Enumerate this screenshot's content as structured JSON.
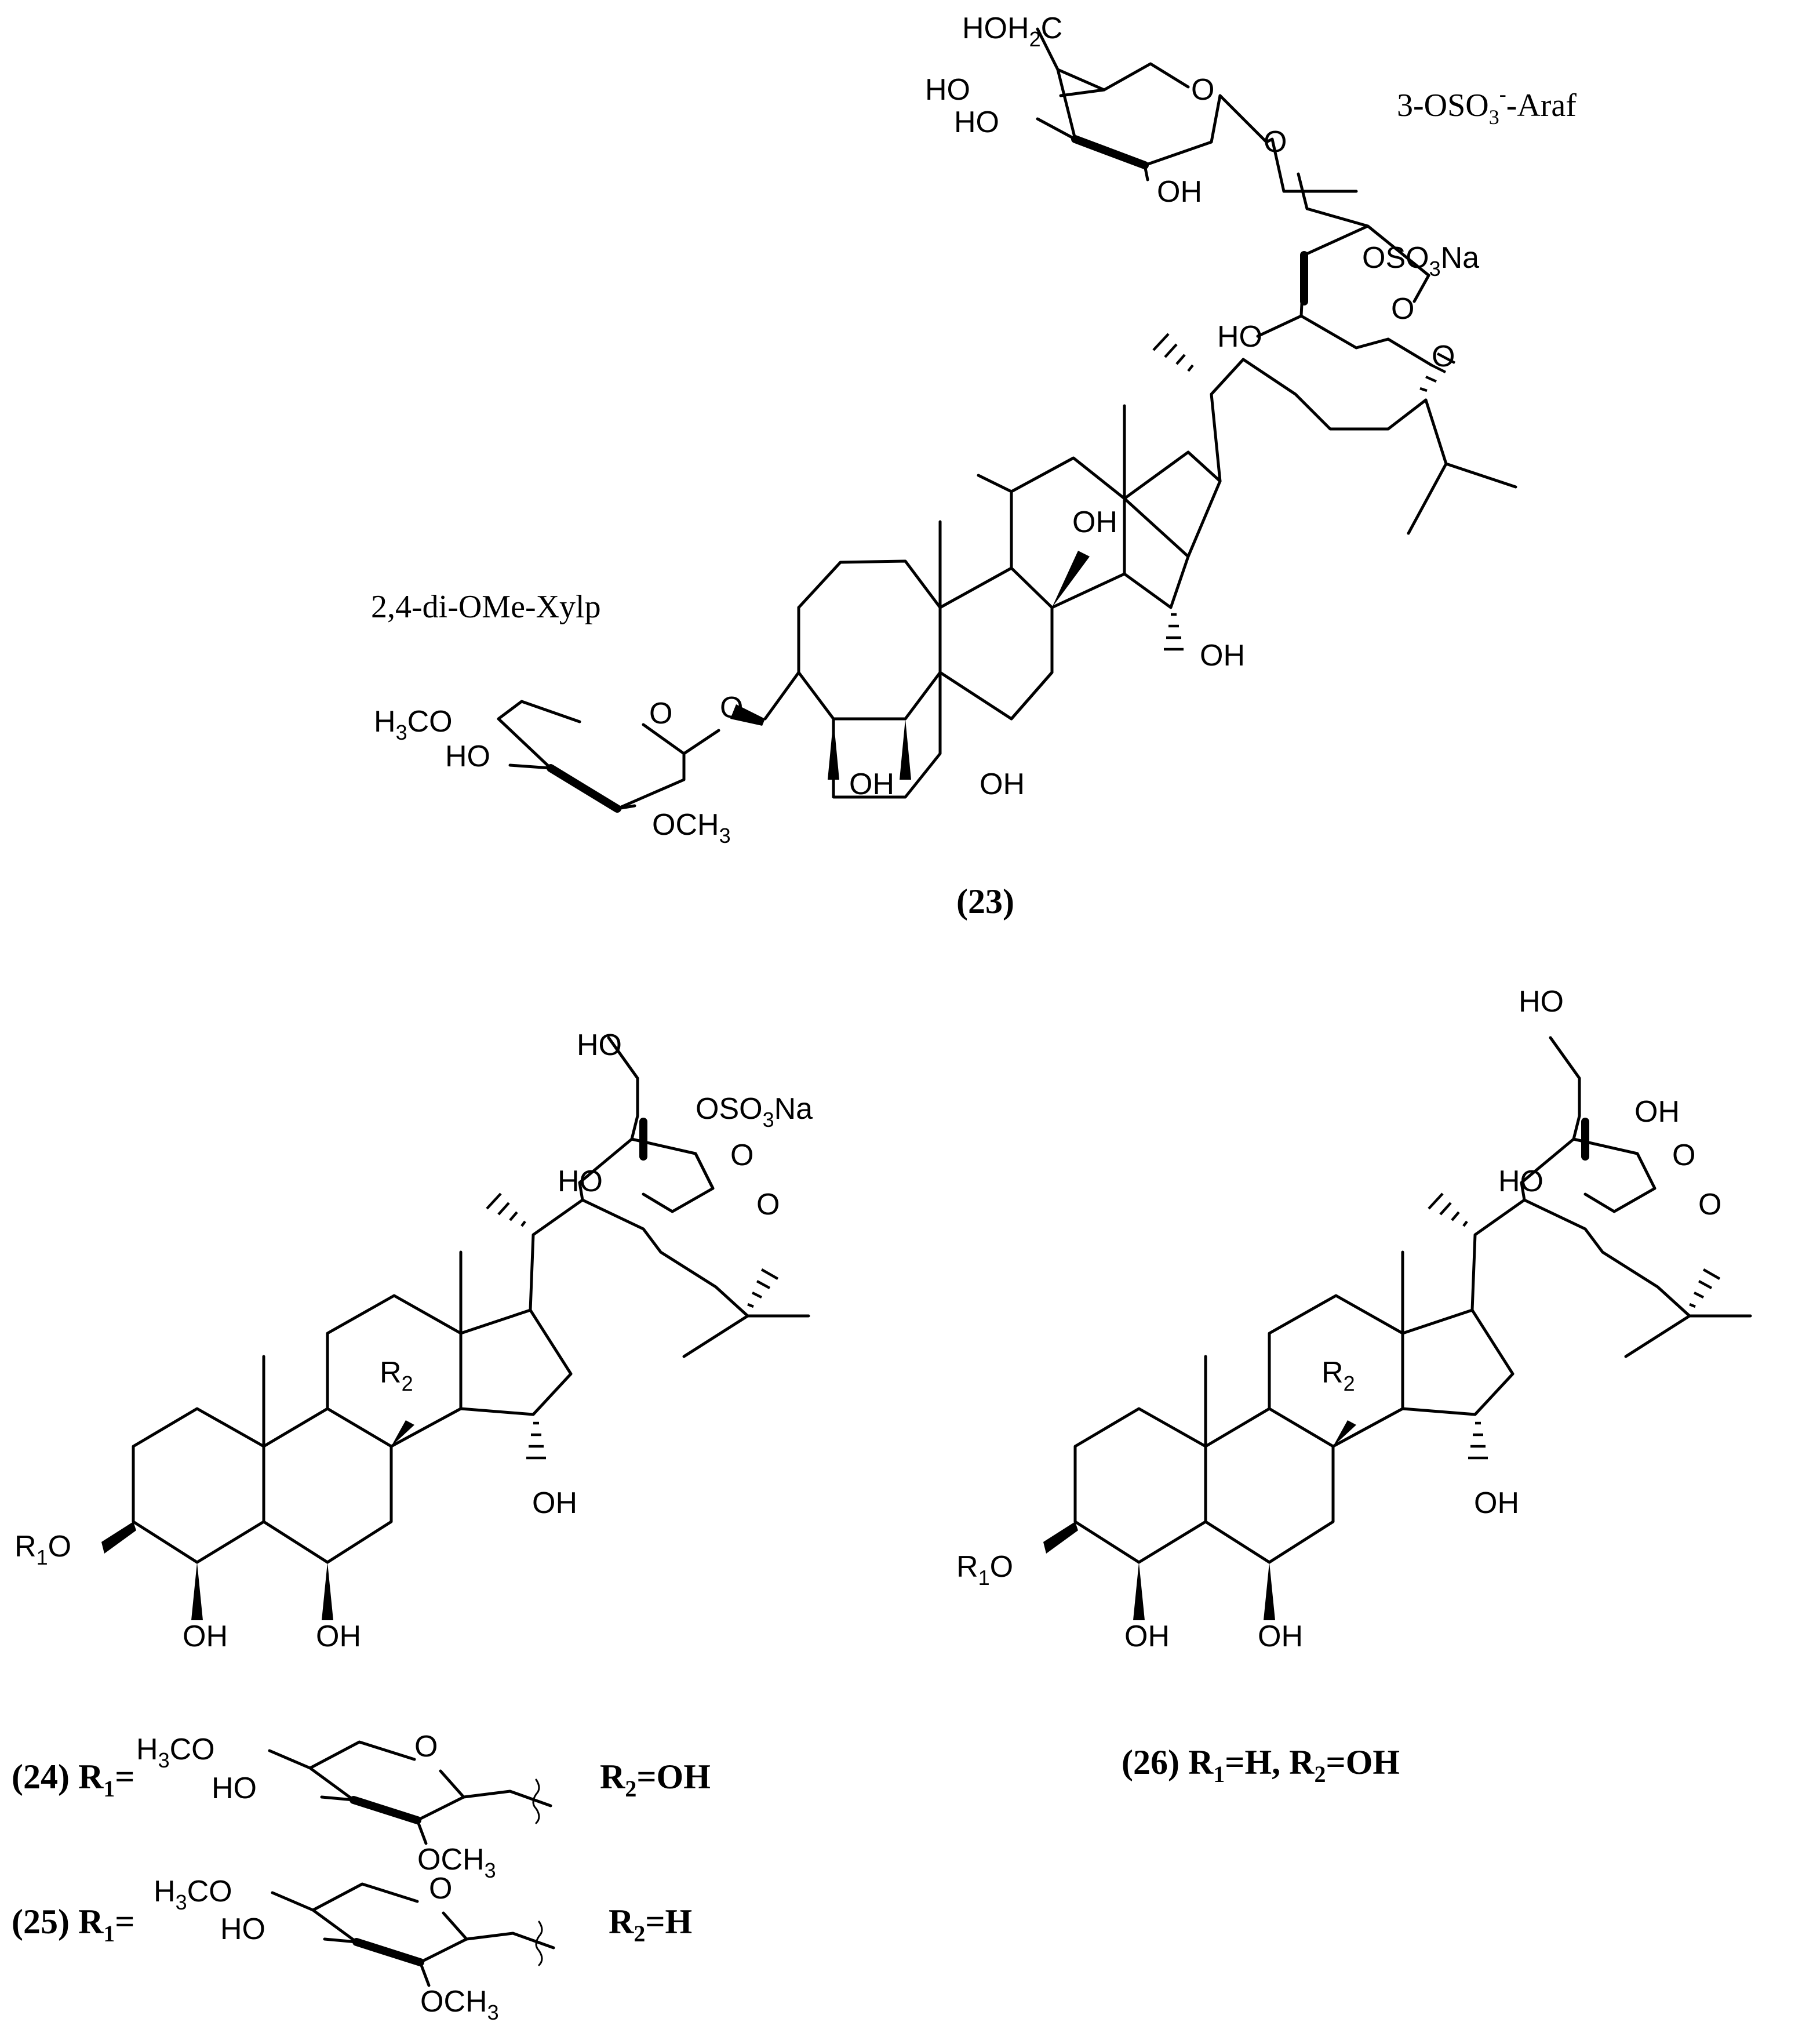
{
  "compounds": {
    "c23": {
      "number": "(23)",
      "sugar_top_name_main": "3-OSO",
      "sugar_top_name_sub": "3",
      "sugar_top_name_sup": "-",
      "sugar_top_name_tail": "-Araf",
      "sugar_bottom_name": "2,4-di-OMe-Xylp",
      "labels": {
        "hoh2c": "HOH",
        "hoh2c_sub": "2",
        "hoh2c_tail": "C",
        "ho_a": "HO",
        "ho_b": "HO",
        "oh_a": "OH",
        "o_ring": "O",
        "o_link": "O",
        "oso3na": "OSO",
        "oso3na_sub": "3",
        "oso3na_tail": "Na",
        "o_fur": "O",
        "ho_fur": "HO",
        "o_ether": "O",
        "oh_14": "OH",
        "oh_15": "OH",
        "o_3": "O",
        "oh_4": "OH",
        "oh_6": "OH",
        "h3co": "H",
        "h3co_sub": "3",
        "h3co_tail": "CO",
        "ho_x": "HO",
        "o_x": "O",
        "och3": "OCH",
        "och3_sub": "3"
      }
    },
    "c24_25": {
      "ho_top": "HO",
      "oso3na": "OSO",
      "oso3na_sub": "3",
      "oso3na_tail": "Na",
      "o_fur": "O",
      "ho_fur": "HO",
      "o_ether": "O",
      "r2": "R",
      "r2_sub": "2",
      "oh_15": "OH",
      "r1o": "R",
      "r1o_sub": "1",
      "r1o_tail": "O",
      "oh_4": "OH",
      "oh_6": "OH"
    },
    "c26": {
      "ho_top": "HO",
      "oh_ring": "OH",
      "o_fur": "O",
      "ho_fur": "HO",
      "o_ether": "O",
      "r2": "R",
      "r2_sub": "2",
      "oh_15": "OH",
      "r1o": "R",
      "r1o_sub": "1",
      "r1o_tail": "O",
      "oh_4": "OH",
      "oh_6": "OH"
    },
    "defs": {
      "d24_num": "(24) R",
      "d24_sub": "1",
      "d24_eq": "=",
      "d24_r2": "R",
      "d24_r2_sub": "2",
      "d24_r2_val": "=OH",
      "d25_num": "(25) R",
      "d25_sub": "1",
      "d25_eq": "=",
      "d25_r2": "R",
      "d25_r2_sub": "2",
      "d25_r2_val": "=H",
      "d26_num": "(26) R",
      "d26_sub1": "1",
      "d26_mid": "=H, R",
      "d26_sub2": "2",
      "d26_val": "=OH",
      "xyl_h3co": "H",
      "xyl_h3co_sub": "3",
      "xyl_h3co_tail": "CO",
      "xyl_ho": "HO",
      "xyl_o": "O",
      "xyl_och3": "OCH",
      "xyl_och3_sub": "3"
    }
  }
}
